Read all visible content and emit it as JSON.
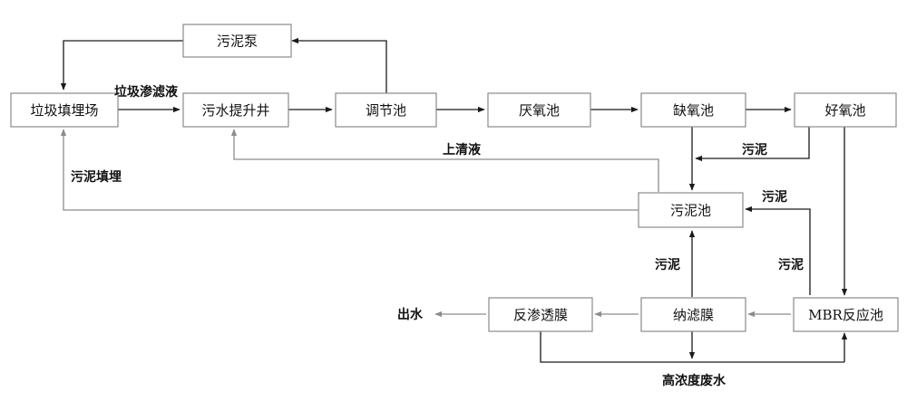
{
  "nodes": {
    "sludge_pump": "污泥泵",
    "landfill": "垃圾填埋场",
    "lift_well": "污水提升井",
    "regulating_tank": "调节池",
    "anaerobic_tank": "厌氧池",
    "anoxic_tank": "缺氧池",
    "aerobic_tank": "好氧池",
    "sludge_tank": "污泥池",
    "mbr_tank": "MBR反应池",
    "nanofiltration": "纳滤膜",
    "reverse_osmosis": "反渗透膜"
  },
  "labels": {
    "leachate": "垃圾渗滤液",
    "supernatant": "上清液",
    "sludge_landfill": "污泥填埋",
    "sludge_aerobic": "污泥",
    "sludge_mbr_upper": "污泥",
    "sludge_mbr_lower": "污泥",
    "sludge_nf": "污泥",
    "effluent": "出水",
    "concentrate": "高浓度废水"
  },
  "colors": {
    "dark_line": "#1a1a1a",
    "light_line": "#8c8c8c",
    "box_border": "#8a8a8a"
  }
}
